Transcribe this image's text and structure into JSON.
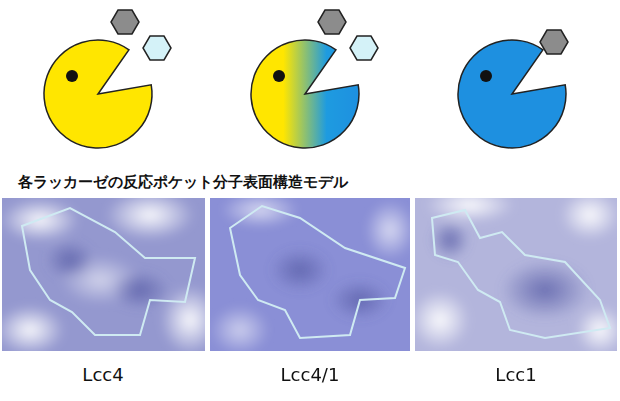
{
  "diagram": {
    "labels": [
      "各ラッカーゼの反応ポケット分子表面構造モデル",
      "Lcc4",
      "Lcc4/1",
      "Lcc1"
    ]
  }
}
